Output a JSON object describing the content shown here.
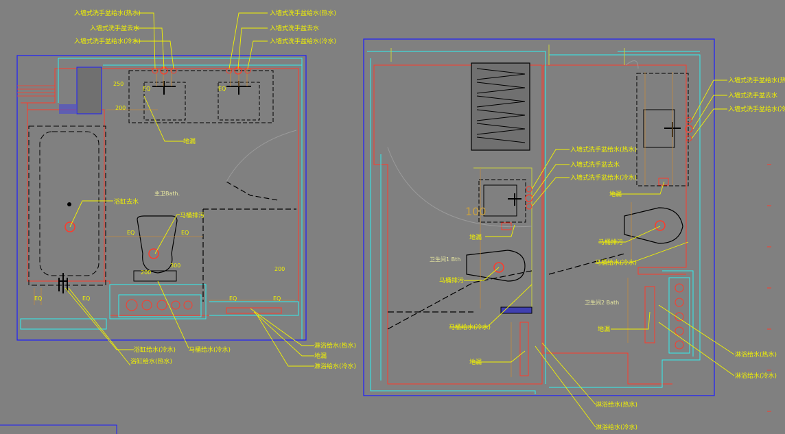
{
  "left_plan": {
    "callouts_top_left": [
      "入墙式洗手盆给水(热水)",
      "入墙式洗手盆去水",
      "入墙式洗手盆给水(冷水)"
    ],
    "callouts_top_right": [
      "入墙式洗手盆给水(热水)",
      "入墙式洗手盆去水",
      "入墙式洗手盆给水(冷水)"
    ],
    "floor_drain": "地漏",
    "bathtub_drain": "浴缸去水",
    "toilet_drain": "马桶排污",
    "room_name": "主卫Bath.",
    "bottom_callouts": [
      "浴缸给水(冷水)",
      "浴缸给水(热水)",
      "马桶给水(冷水)"
    ],
    "shower_callouts": [
      "淋浴给水(热水)",
      "地漏",
      "淋浴给水(冷水)"
    ],
    "dims": [
      "EQ",
      "EQ",
      "EQ",
      "EQ",
      "250",
      "200",
      "EQ",
      "EQ",
      "200",
      "300",
      "200",
      "EQ",
      "EQ"
    ]
  },
  "right_plan": {
    "right_callouts": [
      "入墙式洗手盆给水(热水)",
      "入墙式洗手盆去水",
      "入墙式洗手盆给水(冷水)"
    ],
    "mid_callouts": [
      "入墙式洗手盆给水(热水)",
      "入墙式洗手盆去水",
      "入墙式洗手盆给水(冷水)"
    ],
    "scale_mark": "100",
    "floor_drain_1": "地漏",
    "floor_drain_2": "地漏",
    "floor_drain_3": "地漏",
    "floor_drain_4": "地漏",
    "toilet_drain_1": "马桶排污",
    "toilet_drain_2": "马桶排污",
    "toilet_supply_1": "马桶给水(冷水)",
    "toilet_supply_2": "马桶给水(冷水)",
    "room_1": "卫生间1 Bth",
    "room_2": "卫生间2 Bath",
    "shower_right": [
      "淋浴给水(热水)",
      "淋浴给水(冷水)"
    ],
    "shower_bottom": [
      "淋浴给水(热水)",
      "淋浴给水(冷水)"
    ]
  },
  "colors": {
    "background": "#808080",
    "wall_blue": "#1c1cff",
    "wall_red": "#ff3a2a",
    "cyan": "#2ff0f0",
    "yellow": "#f2f200",
    "brown": "#c08a40",
    "black": "#000000"
  }
}
